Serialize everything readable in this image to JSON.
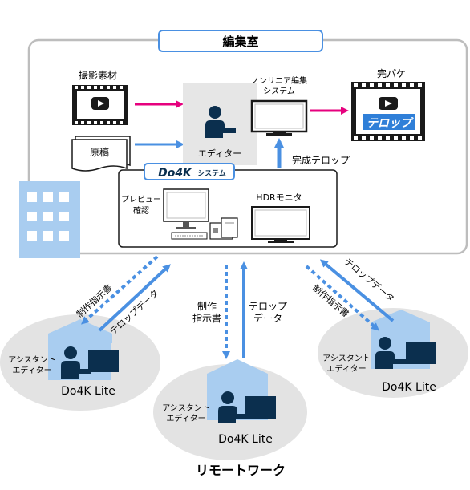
{
  "title": "編集室",
  "footer": "リモートワーク",
  "inputs": {
    "footage_label": "撮影素材",
    "manuscript_label": "原稿"
  },
  "editor": {
    "label": "エディター"
  },
  "nle": {
    "label_line1": "ノンリニア編集",
    "label_line2": "システム"
  },
  "output": {
    "label": "完パケ",
    "telop_text": "テロップ"
  },
  "finished_telop_label": "完成テロップ",
  "do4k": {
    "logo": "Do4K",
    "suffix": "システム",
    "preview_line1": "プレビュー",
    "preview_line2": "確認",
    "hdr_label": "HDRモニタ"
  },
  "flows": {
    "instructions_left": "制作指示書",
    "telop_data_left": "テロップデータ",
    "instructions_center_line1": "制作",
    "instructions_center_line2": "指示書",
    "telop_data_center_line1": "テロップ",
    "telop_data_center_line2": "データ",
    "telop_data_right": "テロップデータ",
    "instructions_right": "制作指示書"
  },
  "remote_sites": [
    {
      "role_line1": "アシスタント",
      "role_line2": "エディター",
      "product": "Do4K Lite"
    },
    {
      "role_line1": "アシスタント",
      "role_line2": "エディター",
      "product": "Do4K Lite"
    },
    {
      "role_line1": "アシスタント",
      "role_line2": "エディター",
      "product": "Do4K Lite"
    }
  ],
  "colors": {
    "accent_blue": "#4a90e2",
    "arrow_pink": "#e6007e",
    "building_blue": "#a9cdf0",
    "person_navy": "#0b2f4e",
    "ellipse_gray": "#e3e3e3",
    "room_border": "#bdbdbd"
  }
}
